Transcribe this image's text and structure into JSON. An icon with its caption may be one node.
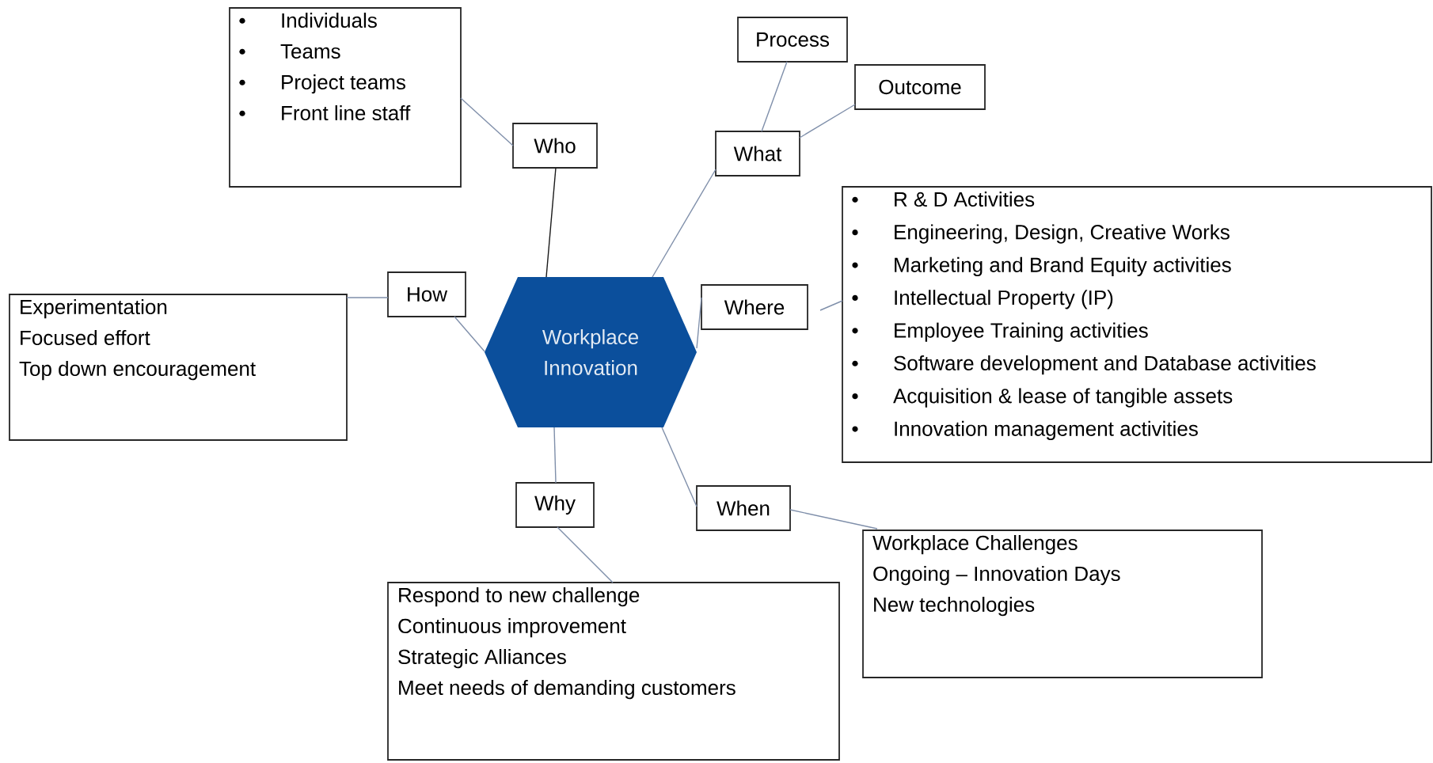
{
  "diagram": {
    "nodes": [
      {
        "text": [
          "Workplace Innovation"
        ]
      },
      {
        "text": [
          "Who"
        ]
      },
      {
        "text": [
          "Individuals",
          "Teams",
          "Project teams",
          "Front line staff"
        ]
      },
      {
        "text": [
          "What"
        ]
      },
      {
        "text": [
          "Process"
        ]
      },
      {
        "text": [
          "Outcome"
        ]
      },
      {
        "text": [
          "Where"
        ]
      },
      {
        "text": [
          "R & D Activities",
          "Engineering, Design, Creative Works",
          "Marketing and Brand Equity activities",
          "Intellectual Property (IP)",
          "Employee Training activities",
          "Software development and Database activities",
          "Acquisition & lease of tangible assets",
          "Innovation management activities"
        ]
      },
      {
        "text": [
          "How"
        ]
      },
      {
        "text": [
          "Experimentation",
          "Focused effort",
          "Top down encouragement"
        ]
      },
      {
        "text": [
          "Why"
        ]
      },
      {
        "text": [
          "Respond to new challenge",
          "Continuous improvement",
          "Strategic Alliances",
          "Meet needs of demanding customers"
        ]
      },
      {
        "text": [
          "When"
        ]
      },
      {
        "text": [
          "Workplace Challenges",
          "Ongoing – Innovation Days",
          "New technologies"
        ]
      }
    ],
    "edges": [
      {
        "from": 0,
        "to": 1,
        "arrow": "none",
        "color": "#1a1a1a"
      },
      {
        "from": 1,
        "to": 2,
        "arrow": "none"
      },
      {
        "from": 0,
        "to": 3,
        "arrow": "none"
      },
      {
        "from": 3,
        "to": 4,
        "arrow": "none"
      },
      {
        "from": 3,
        "to": 5,
        "arrow": "none"
      },
      {
        "from": 0,
        "to": 6,
        "arrow": "none"
      },
      {
        "from": 6,
        "to": 7,
        "arrow": "none"
      },
      {
        "from": 0,
        "to": 8,
        "arrow": "none"
      },
      {
        "from": 8,
        "to": 9,
        "arrow": "none"
      },
      {
        "from": 0,
        "to": 10,
        "arrow": "none"
      },
      {
        "from": 10,
        "to": 11,
        "arrow": "none"
      },
      {
        "from": 0,
        "to": 12,
        "arrow": "none"
      },
      {
        "from": 12,
        "to": 13,
        "arrow": "none"
      }
    ]
  }
}
